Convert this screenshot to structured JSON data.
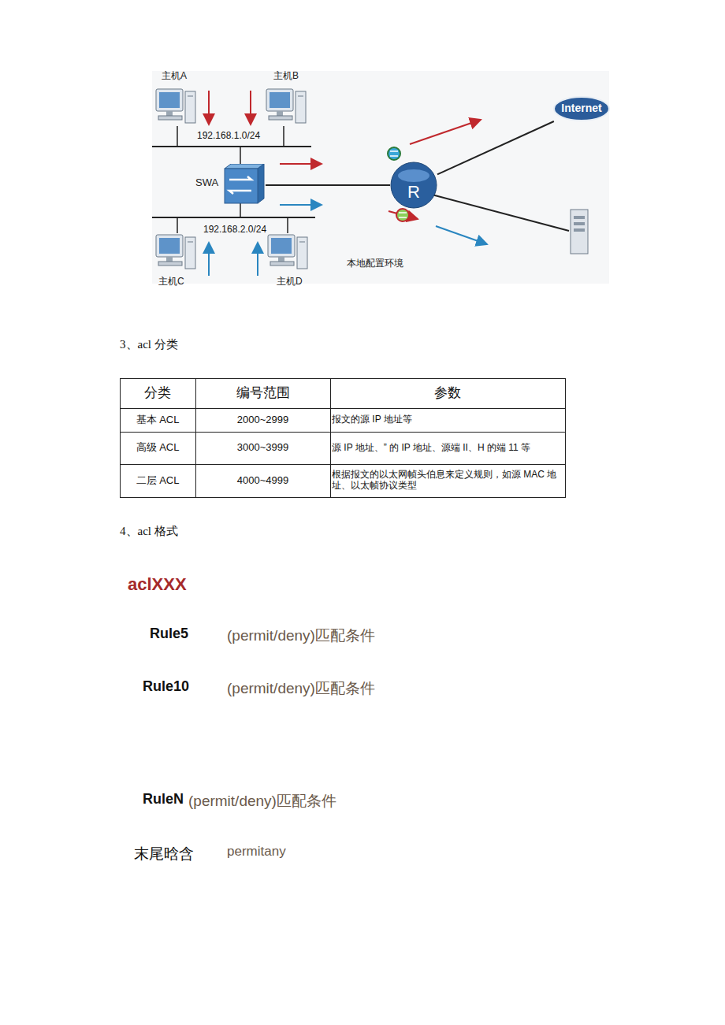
{
  "diagram": {
    "nodes": [
      {
        "text": [
          "主机A"
        ]
      },
      {
        "text": [
          "主机B"
        ]
      },
      {
        "text": [
          "SWA"
        ]
      },
      {
        "text": [
          "R"
        ]
      },
      {
        "text": [
          "Internet"
        ]
      },
      {
        "text": [
          "主机C"
        ]
      },
      {
        "text": [
          "主机D"
        ]
      }
    ],
    "edges": [
      {
        "from": 2,
        "to": 3,
        "arrow": "none"
      },
      {
        "from": 3,
        "to": 4,
        "arrow": "none"
      }
    ],
    "labels": [
      "192.168.1.0/24",
      "192.168.2.0/24",
      "本地配置环境",
      "3、acl 分类",
      "分类",
      "编号范围",
      "参数",
      "基本 ACL",
      "2000~2999",
      "报文的源 IP 地址等",
      "高级 ACL",
      "3000~3999",
      "源 IP 地址、” 的 IP 地址、源端 II、H 的端 11 等",
      "二层 ACL",
      "4000~4999",
      "根据报文的以太网帧头伯息来定义规则，如源 MAC 地址、以太帧协议类型",
      "4、acl 格式",
      "aclXXX",
      "Rule5",
      "(permit/deny)匹配条件",
      "Rule10",
      "(permit/deny)匹配条件",
      "RuleN",
      "(permit/deny)匹配条件",
      "末尾晗含",
      "permitany"
    ]
  }
}
